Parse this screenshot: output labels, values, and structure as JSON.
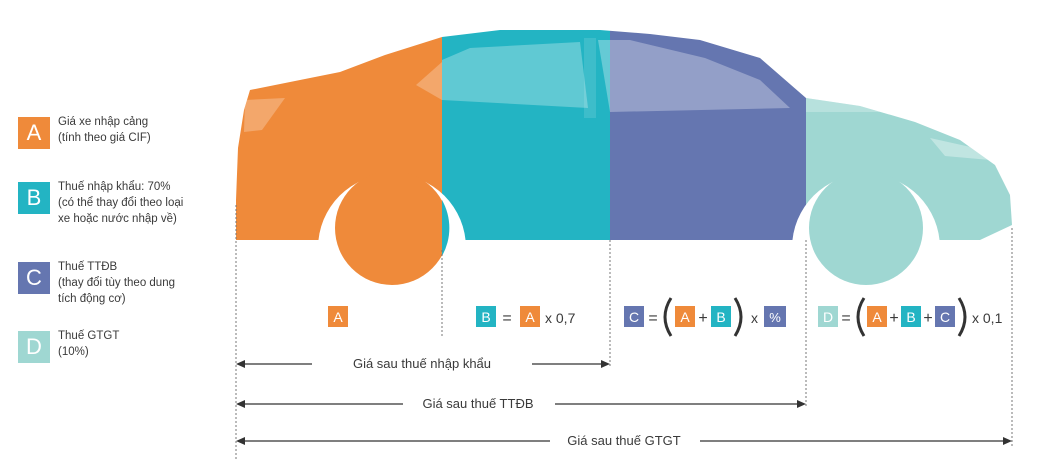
{
  "colors": {
    "orange": "#ef8a3a",
    "teal": "#23b4c3",
    "indigo": "#6576b0",
    "mint": "#9fd7d2",
    "wheel_bg": "#ffffff",
    "text": "#3a3a3a"
  },
  "legend": [
    {
      "letter": "A",
      "color": "#ef8a3a",
      "lines": [
        "Giá xe nhập cảng",
        "(tính theo giá CIF)"
      ]
    },
    {
      "letter": "B",
      "color": "#23b4c3",
      "lines": [
        "Thuế nhập khẩu: 70%",
        "(có thể thay đổi theo loại",
        "xe hoặc nước nhập về)"
      ]
    },
    {
      "letter": "C",
      "color": "#6576b0",
      "lines": [
        "Thuế TTĐB",
        "(thay đổi tùy theo dung",
        "tích động cơ)"
      ]
    },
    {
      "letter": "D",
      "color": "#9fd7d2",
      "lines": [
        "Thuế GTGT",
        "(10%)"
      ]
    }
  ],
  "formulas": {
    "a": {
      "letter": "A"
    },
    "b": {
      "lhs": "B",
      "eq": "=",
      "a": "A",
      "tail": "x 0,7"
    },
    "c": {
      "lhs": "C",
      "eq": "=",
      "a": "A",
      "plus": "+",
      "b": "B",
      "mult": "x",
      "pct": "%"
    },
    "d": {
      "lhs": "D",
      "eq": "=",
      "a": "A",
      "plus1": "+",
      "b": "B",
      "plus2": "+",
      "c": "C",
      "tail": "x 0,1"
    }
  },
  "arrows": {
    "import": "Giá sau thuế nhập khẩu",
    "special": "Giá sau thuế TTĐB",
    "vat": "Giá sau thuế GTGT"
  }
}
